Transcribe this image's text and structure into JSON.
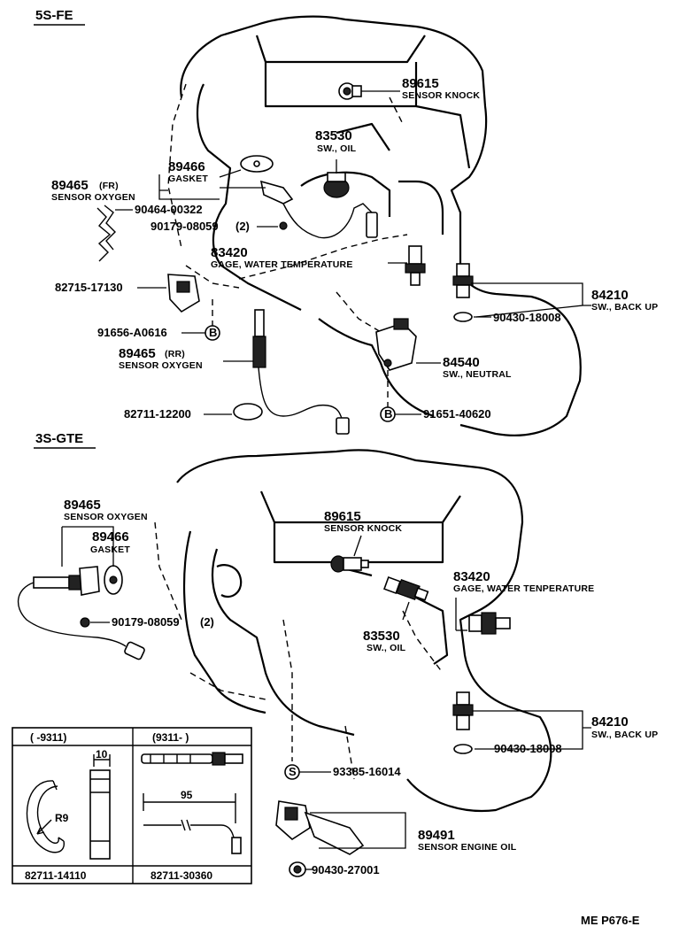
{
  "sections": {
    "top": {
      "title": "5S-FE"
    },
    "bottom": {
      "title": "3S-GTE"
    }
  },
  "parts_5sfe": {
    "knock": {
      "number": "89615",
      "desc": "SENSOR KNOCK"
    },
    "oil_sw": {
      "number": "83530",
      "desc": "SW., OIL"
    },
    "gasket": {
      "number": "89466",
      "desc": "GASKET"
    },
    "oxy_fr": {
      "number": "89465",
      "tag": "(FR)",
      "desc": "SENSOR OXYGEN"
    },
    "clip": {
      "number": "90464-00322"
    },
    "nut": {
      "number": "90179-08059",
      "qty": "(2)"
    },
    "water_temp": {
      "number": "83420",
      "desc": "GAGE, WATER TEMPERATURE"
    },
    "bracket": {
      "number": "82715-17130"
    },
    "back_up": {
      "number": "84210",
      "desc": "SW., BACK UP"
    },
    "washer": {
      "number": "90430-18008"
    },
    "bolt_b": {
      "number": "91656-A0616",
      "marker": "B"
    },
    "oxy_rr": {
      "number": "89465",
      "tag": "(RR)",
      "desc": "SENSOR OXYGEN"
    },
    "neutral": {
      "number": "84540",
      "desc": "SW., NEUTRAL"
    },
    "clamp": {
      "number": "82711-12200"
    },
    "bolt_b2": {
      "number": "91651-40620",
      "marker": "B"
    }
  },
  "parts_3sgte": {
    "oxy": {
      "number": "89465",
      "desc": "SENSOR OXYGEN"
    },
    "gasket": {
      "number": "89466",
      "desc": "GASKET"
    },
    "knock": {
      "number": "89615",
      "desc": "SENSOR KNOCK"
    },
    "water_temp": {
      "number": "83420",
      "desc": "GAGE, WATER TENPERATURE"
    },
    "nut": {
      "number": "90179-08059",
      "qty": "(2)"
    },
    "oil_sw": {
      "number": "83530",
      "desc": "SW., OIL"
    },
    "back_up": {
      "number": "84210",
      "desc": "SW., BACK UP"
    },
    "washer": {
      "number": "90430-18008"
    },
    "bolt_s": {
      "number": "93385-16014",
      "marker": "S"
    },
    "oil_sensor": {
      "number": "89491",
      "desc": "SENSOR ENGINE OIL"
    },
    "gasket2": {
      "number": "90430-27001"
    }
  },
  "inset_table": {
    "col1_header": "(      -9311)",
    "col2_header": "(9311-       )",
    "col1_part": "82711-14110",
    "col2_part": "82711-30360",
    "dim_10": "10",
    "dim_r9": "R9",
    "dim_95": "95"
  },
  "footer": {
    "code": "ME  P676-E"
  }
}
